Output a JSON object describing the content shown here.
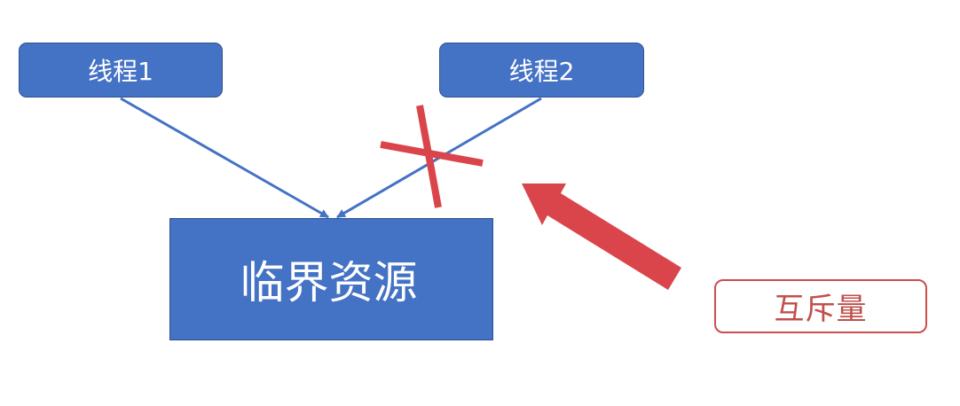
{
  "diagram": {
    "thread1_label": "线程1",
    "thread2_label": "线程2",
    "resource_label": "临界资源",
    "mutex_label": "互斥量"
  },
  "colors": {
    "node_fill": "#4472c4",
    "node_border": "#2f528f",
    "node_text": "#ffffff",
    "edge": "#4472c4",
    "block_mark": "#d9454a",
    "mutex_text": "#c0504d",
    "mutex_border": "#cd4c4c"
  },
  "icons": {
    "blocked": "x-cross-icon",
    "pointer": "arrow-icon"
  }
}
